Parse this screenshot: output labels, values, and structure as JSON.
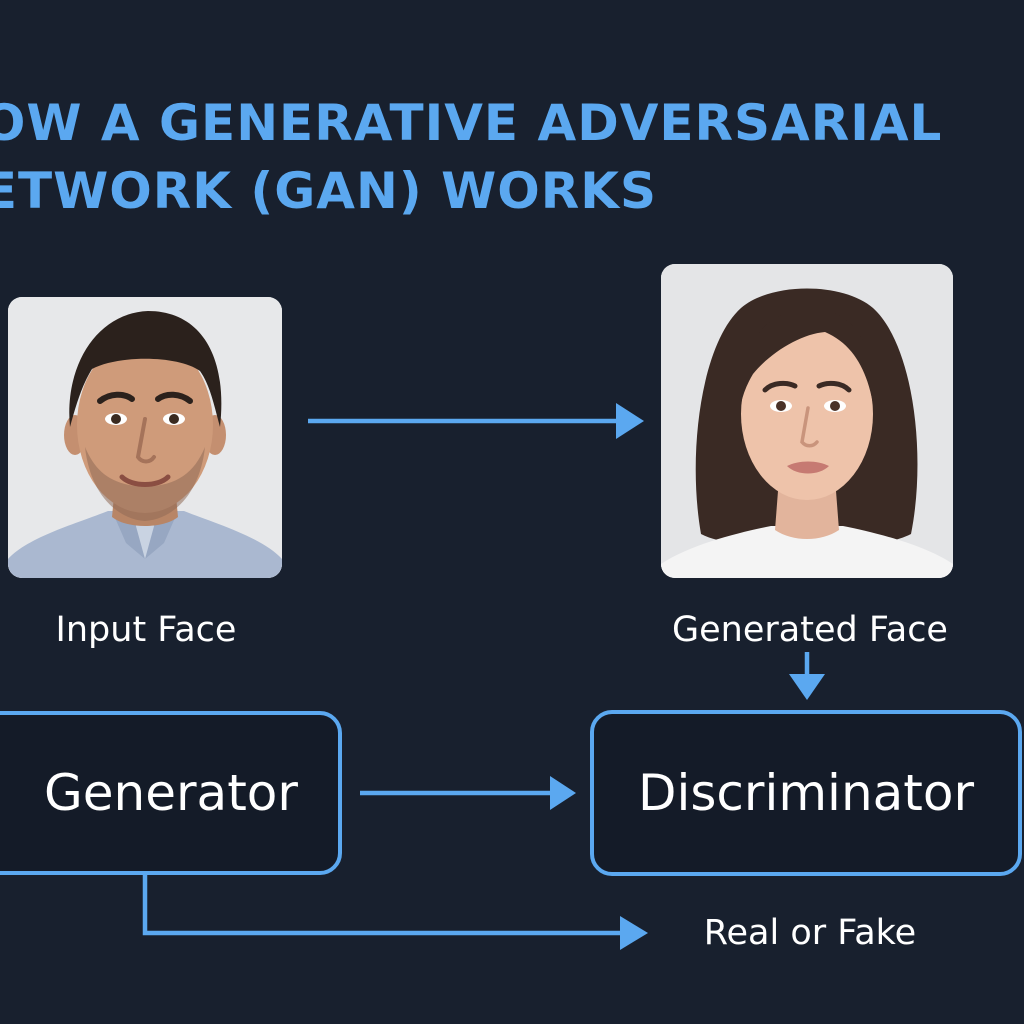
{
  "title": {
    "line1": "HOW A GENERATIVE ADVERSARIAL",
    "line2": "NETWORK (GAN) WORKS"
  },
  "captions": {
    "input_face": "Input Face",
    "generated_face": "Generated Face",
    "output": "Real or Fake"
  },
  "nodes": {
    "generator": "Generator",
    "discriminator": "Discriminator"
  },
  "colors": {
    "background": "#18202e",
    "accent": "#5ba8f0",
    "text": "#ffffff",
    "photo_background": "#e7e8ea"
  }
}
